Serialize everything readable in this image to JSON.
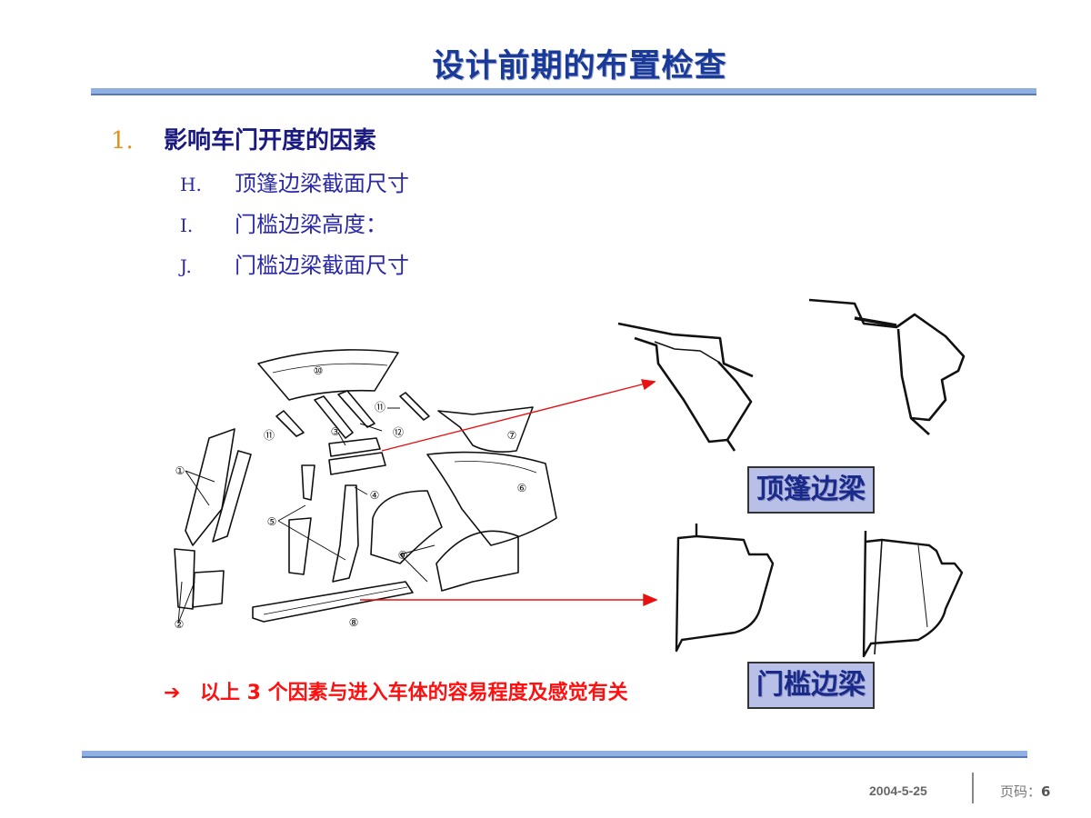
{
  "page": {
    "title": "设计前期的布置检查"
  },
  "section": {
    "number": "1.",
    "heading": "影响车门开度的因素",
    "items": [
      {
        "letter": "H.",
        "text": "顶篷边梁截面尺寸"
      },
      {
        "letter": "I.",
        "text": "门槛边梁高度："
      },
      {
        "letter": "J.",
        "text": "门槛边梁截面尺寸"
      }
    ]
  },
  "diagram": {
    "callouts": [
      "①",
      "②",
      "③",
      "④",
      "⑤",
      "⑥",
      "⑦",
      "⑧",
      "⑨",
      "⑩",
      "⑪",
      "⑫"
    ],
    "roof_rail_label": "顶篷边梁",
    "sill_label": "门槛边梁",
    "arrow_color": "#e81010"
  },
  "note": {
    "arrow_glyph": "➔",
    "text": "以上 3 个因素与进入车体的容易程度及感觉有关"
  },
  "footer": {
    "date": "2004-5-25",
    "page_label": "页码：",
    "page_number": "6"
  }
}
